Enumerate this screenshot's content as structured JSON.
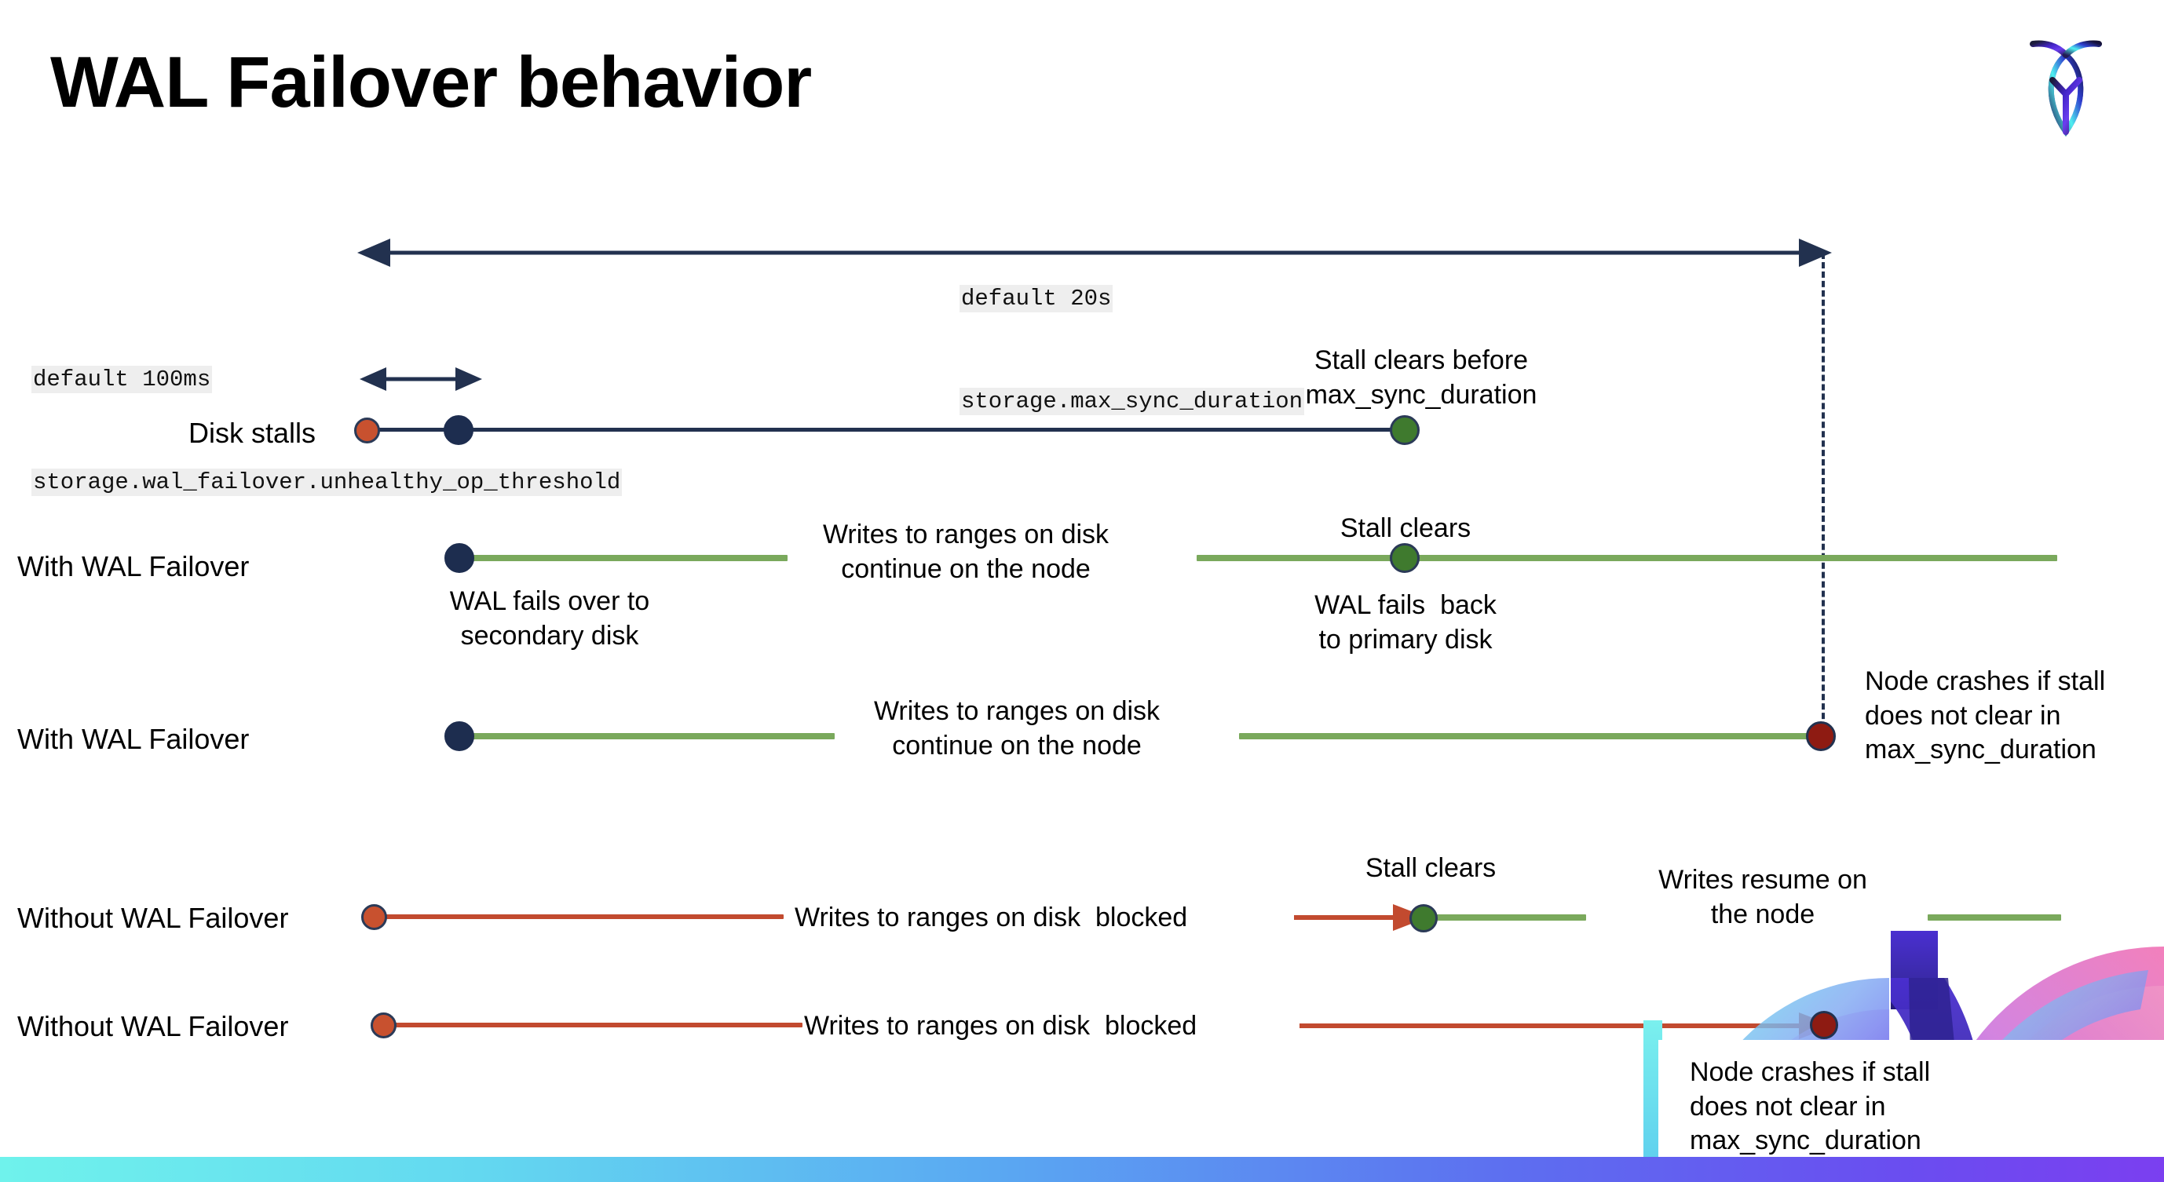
{
  "slide": {
    "title": "WAL Failover behavior",
    "brand_logo_name": "cockroachdb-logo"
  },
  "annotations": {
    "max_sync": {
      "line1": "default 20s",
      "line2": "storage.max_sync_duration"
    },
    "unhealthy": {
      "line1": "default 100ms",
      "line2": "storage.wal_failover.unhealthy_op_threshold"
    }
  },
  "rows": [
    {
      "id": "disk-stalls",
      "label": "Disk stalls",
      "note_right": "Stall clears before\nmax_sync_duration"
    },
    {
      "id": "with-wal-failover-1",
      "label": "With WAL Failover",
      "note_below_start": "WAL fails over to\nsecondary disk",
      "note_mid": "Writes to ranges on disk\ncontinue on the node",
      "note_above_end": "Stall clears",
      "note_below_end": "WAL fails  back\nto primary disk"
    },
    {
      "id": "with-wal-failover-2",
      "label": "With WAL Failover",
      "note_mid": "Writes to ranges on disk\ncontinue on the node",
      "note_right": "Node crashes if stall\ndoes not clear in\nmax_sync_duration"
    },
    {
      "id": "without-wal-failover-1",
      "label": "Without WAL Failover",
      "note_mid": "Writes to ranges on disk  blocked",
      "note_above_end": "Stall clears",
      "note_right": "Writes resume on\nthe node"
    },
    {
      "id": "without-wal-failover-2",
      "label": "Without WAL Failover",
      "note_mid": "Writes to ranges on disk  blocked",
      "note_box": "Node crashes if stall\ndoes not clear in\nmax_sync_duration"
    }
  ],
  "colors": {
    "navy": "#22314f",
    "green_line": "#7aa95c",
    "green_dot": "#3f7a2e",
    "orange_dot": "#c8512f",
    "red_line": "#c24a2f",
    "dark_red_dot": "#8e1b12",
    "code_bg": "#eeeeee",
    "bar_gradient_start": "#6ff2ec",
    "bar_gradient_end": "#7b3ff0"
  }
}
